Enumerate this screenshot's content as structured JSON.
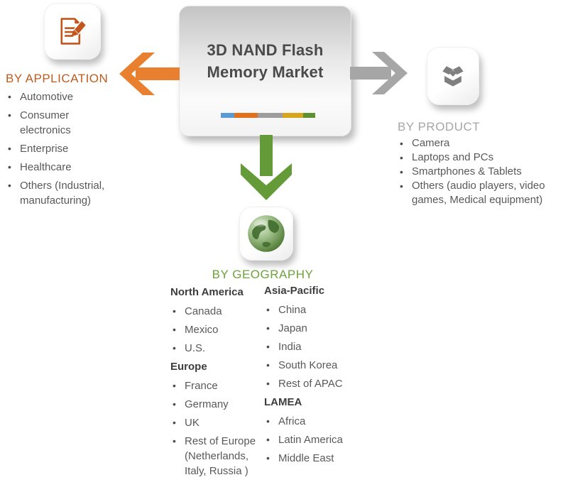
{
  "center": {
    "title_line1": "3D NAND Flash",
    "title_line2": "Memory Market"
  },
  "application": {
    "heading": "BY APPLICATION",
    "items": [
      "Automotive",
      "Consumer electronics",
      "Enterprise",
      "Healthcare",
      "Others (Industrial, manufacturing)"
    ]
  },
  "product": {
    "heading": "BY PRODUCT",
    "items": [
      "Camera",
      "Laptops and PCs",
      "Smartphones & Tablets",
      "Others (audio players, video games, Medical equipment)"
    ]
  },
  "geography": {
    "heading": "BY GEOGRAPHY",
    "groups": [
      {
        "name": "North America",
        "items": [
          "Canada",
          "Mexico",
          "U.S."
        ]
      },
      {
        "name": "Europe",
        "items": [
          "France",
          "Germany",
          "UK",
          "Rest of Europe (Netherlands, Italy, Russia )"
        ]
      },
      {
        "name": "Asia-Pacific",
        "items": [
          "China",
          "Japan",
          "India",
          "South Korea",
          "Rest of APAC"
        ]
      },
      {
        "name": "LAMEA",
        "items": [
          "Africa",
          "Latin America",
          "Middle East"
        ]
      }
    ]
  },
  "icons": {
    "application": "document-edit-icon",
    "product": "open-box-icon",
    "geography": "globe-icon"
  },
  "colors": {
    "application_accent": "#BE5B1E",
    "application_arrow": "#E8802F",
    "application_icon": "#C2561C",
    "product_accent": "#A6A6A6",
    "product_arrow": "#A6A6A6",
    "product_icon": "#7F7F7F",
    "geography_accent": "#6CA33C",
    "geography_arrow": "#649A38",
    "title_text": "#4A4A4A",
    "body_text": "#595959",
    "bar_segments": [
      "#5B9BD5",
      "#E2711D",
      "#9D9D9D",
      "#D6A51C",
      "#5E9132"
    ]
  }
}
